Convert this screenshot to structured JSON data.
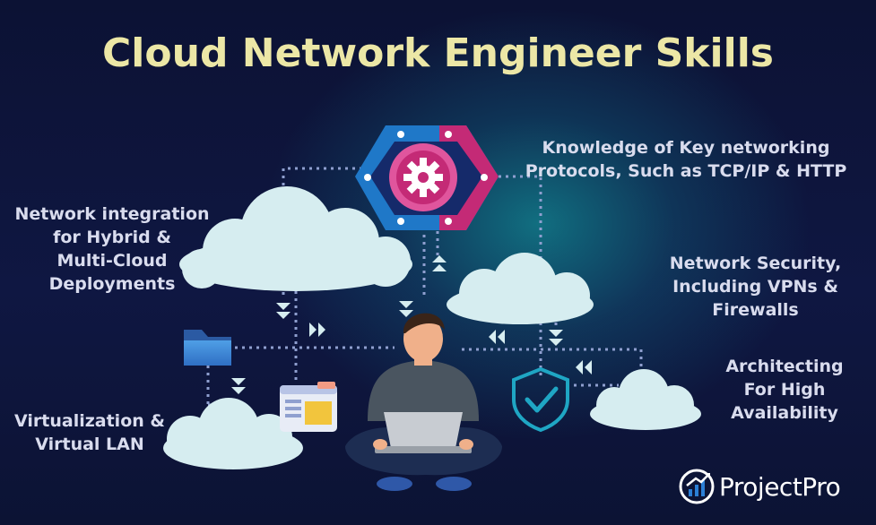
{
  "title": "Cloud Network Engineer Skills",
  "skills": {
    "protocols": "Knowledge of Key networking\nProtocols, Such as TCP/IP & HTTP",
    "integration": "Network integration\nfor Hybrid &\nMulti-Cloud\nDeployments",
    "security": "Network Security,\nIncluding VPNs &\nFirewalls",
    "architecting": "Architecting\nFor High\nAvailability",
    "virtualization": "Virtualization &\nVirtual LAN"
  },
  "brand": {
    "name": "ProjectPro"
  },
  "colors": {
    "background": "#0d1438",
    "title": "#ece7a6",
    "label": "#d9dcee",
    "cloud": "#d6edf0",
    "connector": "#8f9fcf",
    "hexagon_blue": "#1f78c8",
    "hexagon_pink": "#c42a76",
    "shield": "#1fa6c4"
  },
  "icons": [
    "gear-icon",
    "folder-icon",
    "browser-window-icon",
    "shield-check-icon",
    "cloud-icon",
    "person-with-laptop-icon",
    "arrow-icon"
  ]
}
